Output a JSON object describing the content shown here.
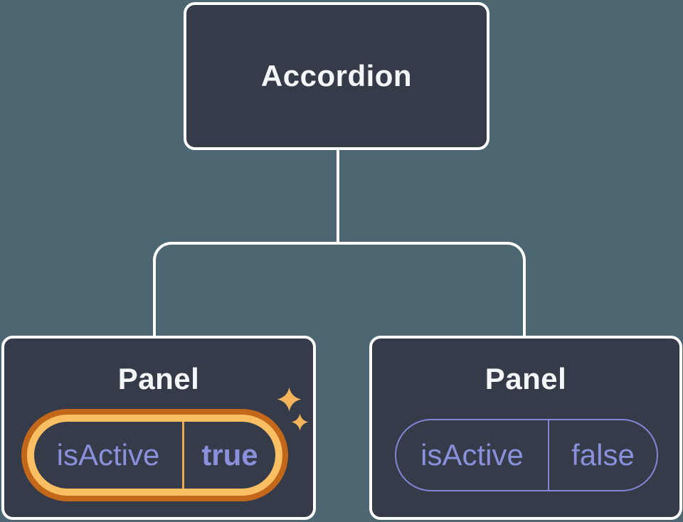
{
  "diagram": {
    "root_node": {
      "label": "Accordion"
    },
    "panels": [
      {
        "title": "Panel",
        "state": {
          "prop": "isActive",
          "value": "true"
        },
        "highlighted": true
      },
      {
        "title": "Panel",
        "state": {
          "prop": "isActive",
          "value": "false"
        },
        "highlighted": false
      }
    ],
    "icons": {
      "sparkles": "sparkles-icon"
    },
    "colors": {
      "background": "#4c6771",
      "node_fill": "#353b48",
      "node_border": "#ffffff",
      "connector": "#ffffff",
      "title_text": "#f5f6f8",
      "state_text": "#8b90dc",
      "state_pill_border": "#8187d6",
      "highlight_ring_outer": "#c3681a",
      "highlight_ring_inner": "#fbbf63",
      "highlight_divider": "#eda94f",
      "sparkle": "#f4b45c"
    }
  }
}
